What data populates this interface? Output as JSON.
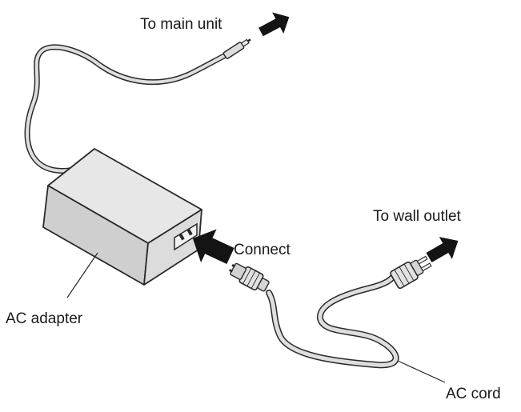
{
  "labels": {
    "to_main_unit": "To main unit",
    "to_wall_outlet": "To wall outlet",
    "connect": "Connect",
    "ac_adapter": "AC adapter",
    "ac_cord": "AC cord"
  },
  "colors": {
    "outline": "#2a2a2a",
    "adapter_top": "#e7e7e7",
    "adapter_front": "#cfcfcf",
    "adapter_side": "#dcdcdc",
    "arrow": "#141414",
    "cable_fill": "#dedede"
  }
}
